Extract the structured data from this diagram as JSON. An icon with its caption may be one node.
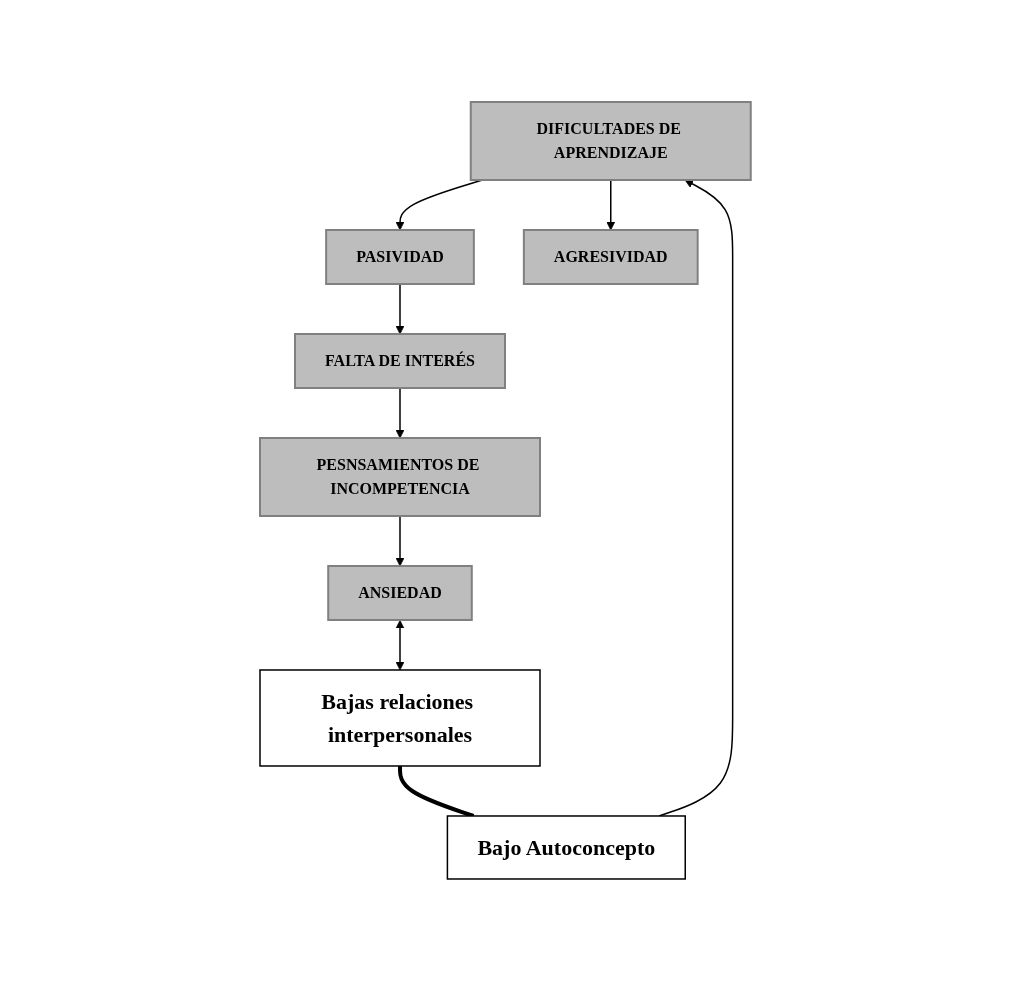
{
  "diagram": {
    "nodes": [
      {
        "text": [
          "DIFICULTADES DE APRENDIZAJE"
        ]
      },
      {
        "text": [
          "PASIVIDAD"
        ]
      },
      {
        "text": [
          "FALTA DE INTERÉS"
        ]
      },
      {
        "text": [
          "PESNSAMIENTOS DE INCOMPETENCIA"
        ]
      },
      {
        "text": [
          "ANSIEDAD"
        ]
      },
      {
        "text": [
          "AGRESIVIDAD"
        ]
      },
      {
        "text": [
          "Bajas relaciones interpersonales"
        ]
      },
      {
        "text": [
          "Bajo Autoconcepto"
        ]
      }
    ],
    "edges": [
      {
        "from": 0,
        "to": 1,
        "arrow": "to"
      },
      {
        "from": 1,
        "to": 2,
        "arrow": "to"
      },
      {
        "from": 2,
        "to": 3,
        "arrow": "to"
      },
      {
        "from": 3,
        "to": 4,
        "arrow": "to"
      },
      {
        "from": 0,
        "to": 5,
        "arrow": "to"
      },
      {
        "from": 4,
        "to": 6,
        "arrow": "both"
      },
      {
        "from": 6,
        "to": 7,
        "arrow": "none",
        "style": "thick"
      },
      {
        "from": 7,
        "to": 0,
        "arrow": "to"
      }
    ]
  }
}
